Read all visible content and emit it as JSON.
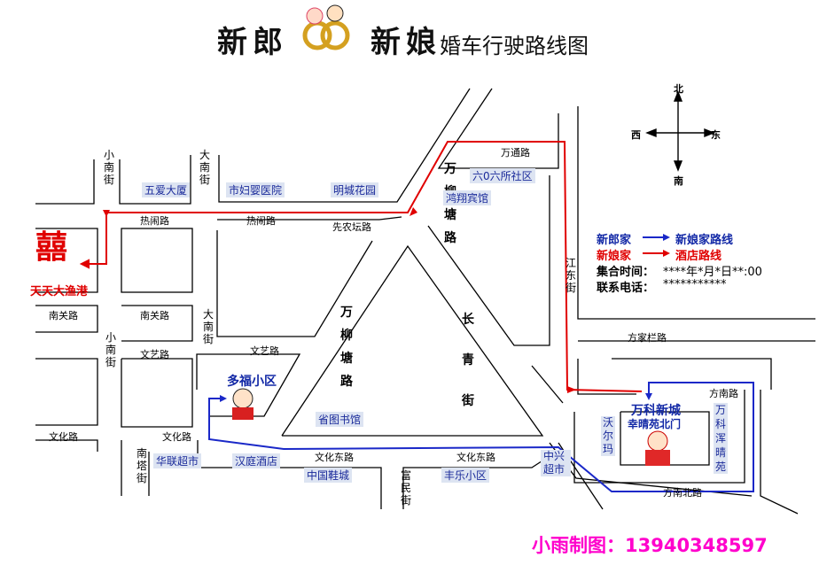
{
  "title": {
    "groom": "新郎",
    "bride": "新娘",
    "subtitle": "婚车行驶路线图"
  },
  "compass": {
    "north": "北",
    "south": "南",
    "east": "东",
    "west": "西"
  },
  "legend": {
    "groom_home": "新郎家",
    "bride_route": "新娘家路线",
    "bride_home": "新娘家",
    "hotel_route": "酒店路线",
    "gather_time_label": "集合时间：",
    "gather_time_value": "****年*月*日**:00",
    "phone_label": "联系电话：",
    "phone_value": "***********"
  },
  "roads": {
    "xiaonan_top": "小南街",
    "danan_top": "大南街",
    "reguan_1": "热闹路",
    "reguan_2": "热闹路",
    "xiannong": "先农坛路",
    "wantong": "万通路",
    "nanguan_1": "南关路",
    "nanguan_2": "南关路",
    "danan_mid": "大南街",
    "xiaonan_mid": "小南街",
    "wenyi_1": "文艺路",
    "wenyi_2": "文艺路",
    "wenhua_1": "文化路",
    "wenhua_2": "文化路",
    "nanta": "南塔街",
    "wenhuadong_1": "文化东路",
    "wenhuadong_2": "文化东路",
    "fumin": "富民街",
    "jiangdong": "江东街",
    "fangjia": "方家栏路",
    "fangnan": "方南路",
    "fangnanbei": "方南北路",
    "wanliutang_top": "万柳塘路",
    "wanliutang_mid": "万柳塘路",
    "changqing": "长青街"
  },
  "pois": {
    "wuai": "五爱大厦",
    "fuying": "市妇婴医院",
    "mingcheng": "明城花园",
    "liuling": "六0六所社区",
    "hongxiang": "鸿翔宾馆",
    "shengtu": "省图书馆",
    "hualian": "华联超市",
    "hanting": "汉庭酒店",
    "xiecheng": "中国鞋城",
    "fengle": "丰乐小区",
    "zhongxing": "中兴超市",
    "walmart": "沃尔玛",
    "xinghan": "万科浑晴苑"
  },
  "places": {
    "restaurant": "天天大渔港",
    "duofu": "多福小区",
    "vanke_1": "万科新城",
    "vanke_2": "幸晴苑北门",
    "xi": "囍"
  },
  "credit": "小雨制图：13940348597",
  "colors": {
    "red_route": "#e00000",
    "blue_route": "#1a28c8",
    "road": "#000000",
    "poi_bg": "#dde4f2",
    "credit": "#ff00cc"
  }
}
